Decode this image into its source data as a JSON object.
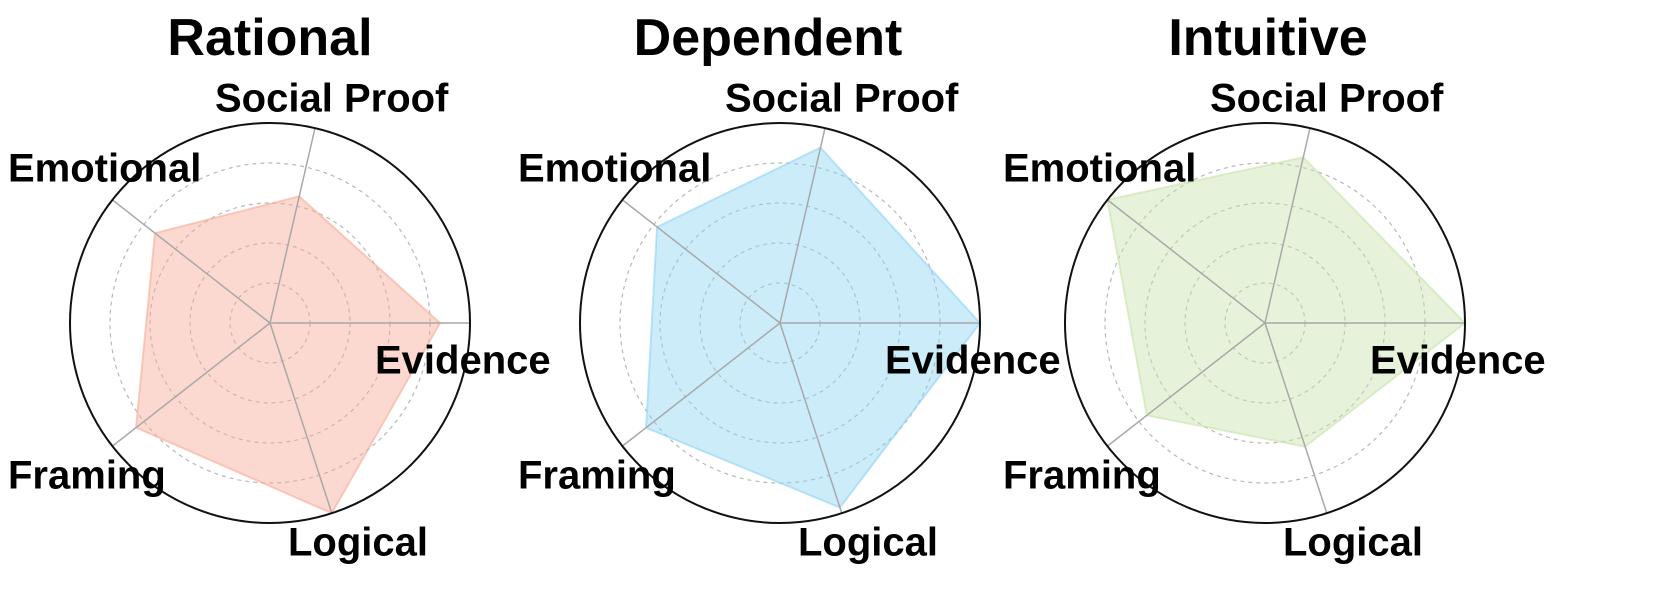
{
  "chart_data": [
    {
      "type": "radar",
      "title": "Rational",
      "axes": [
        "Evidence",
        "Social Proof",
        "Emotional",
        "Framing",
        "Logical"
      ],
      "values": [
        0.85,
        0.65,
        0.73,
        0.85,
        1.0
      ],
      "rlim": [
        0,
        1
      ],
      "grid": true,
      "color": "#f9ab97"
    },
    {
      "type": "radar",
      "title": "Dependent",
      "axes": [
        "Evidence",
        "Social Proof",
        "Emotional",
        "Framing",
        "Logical"
      ],
      "values": [
        1.0,
        0.9,
        0.78,
        0.85,
        0.97
      ],
      "rlim": [
        0,
        1
      ],
      "grid": true,
      "color": "#8fd4f5"
    },
    {
      "type": "radar",
      "title": "Intuitive",
      "axes": [
        "Evidence",
        "Social Proof",
        "Emotional",
        "Framing",
        "Logical"
      ],
      "values": [
        1.0,
        0.85,
        1.0,
        0.75,
        0.65
      ],
      "rlim": [
        0,
        1
      ],
      "grid": true,
      "color": "#c9e2ad"
    }
  ]
}
